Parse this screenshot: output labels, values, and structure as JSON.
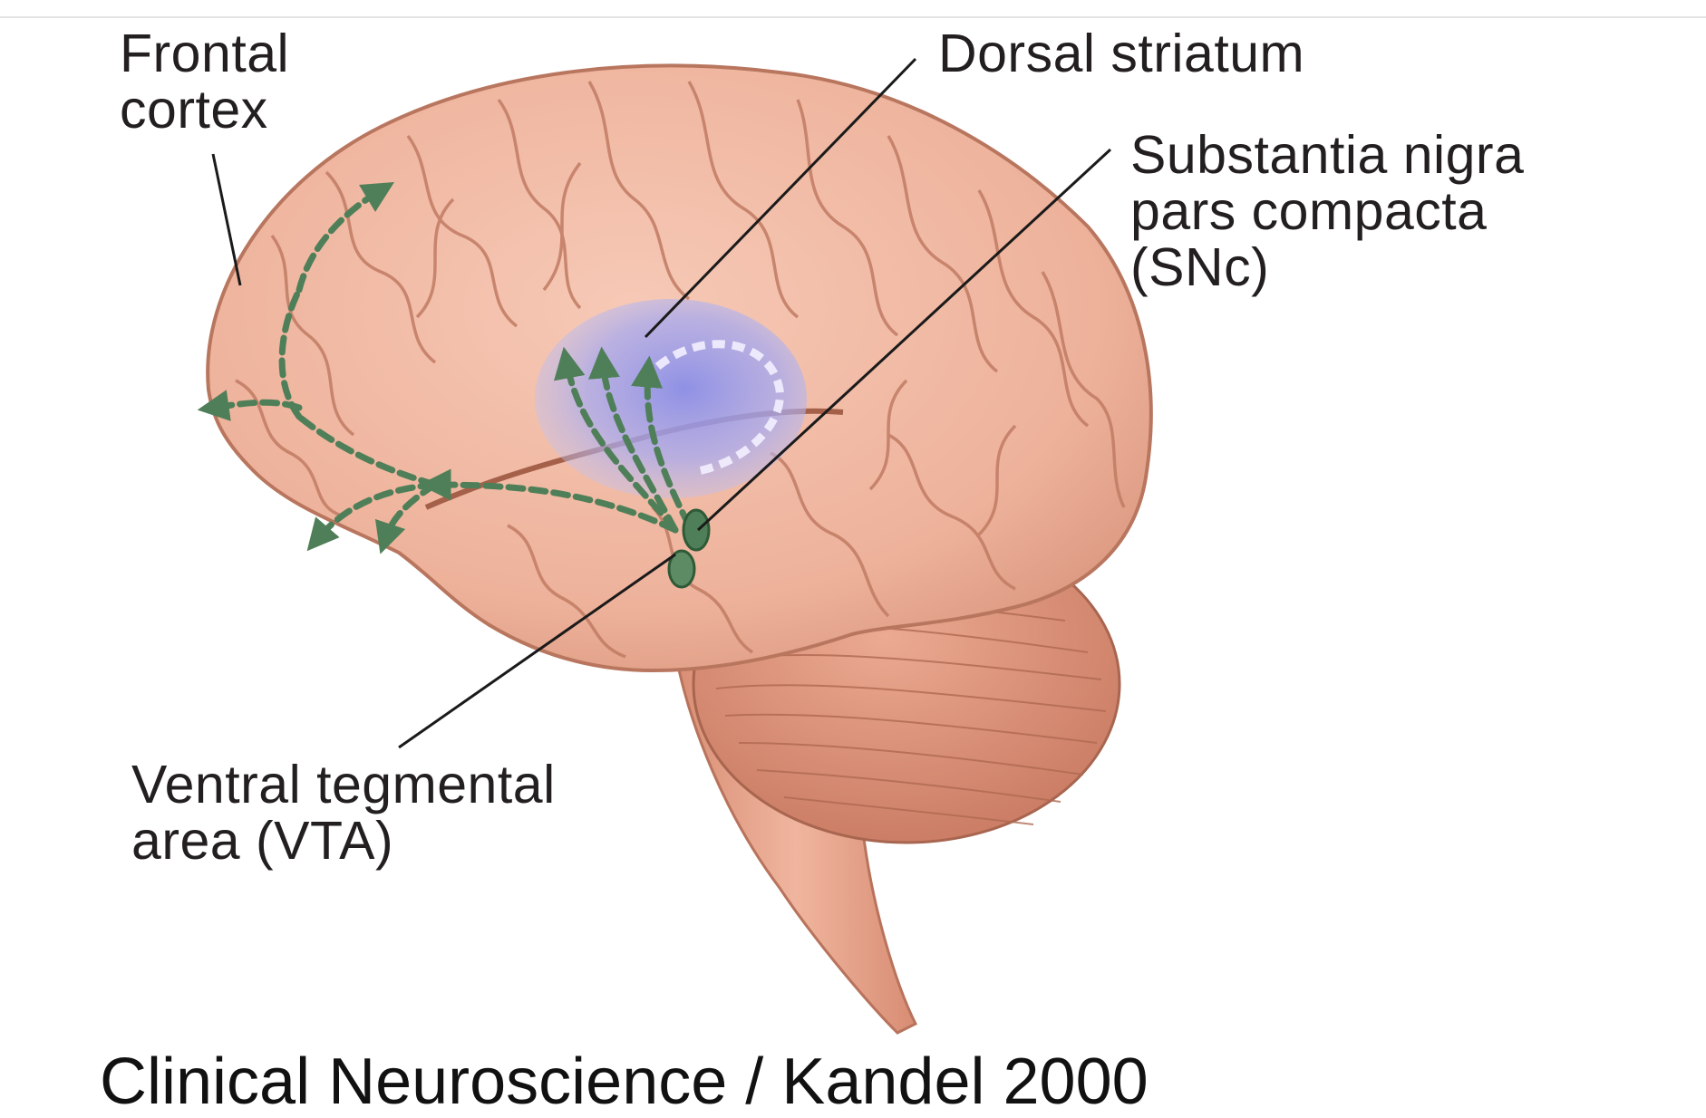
{
  "labels": {
    "frontal_cortex": [
      "Frontal",
      "cortex"
    ],
    "dorsal_striatum": [
      "Dorsal striatum"
    ],
    "snc": [
      "Substantia nigra",
      "pars compacta",
      "(SNc)"
    ],
    "vta": [
      "Ventral tegmental",
      "area (VTA)"
    ]
  },
  "caption_partial": "Clinical Neuroscience / Kandel 2000",
  "colors": {
    "cortex": "#f0b8a2",
    "cortex_shadow": "#c9826c",
    "cerebellum": "#e2977f",
    "brainstem": "#e8a58e",
    "striatum": "#8f93e6",
    "pathway": "#4f7f58",
    "leader_line": "#1a1a1a"
  },
  "icons": [
    "brain-illustration",
    "dopamine-pathway-arrows"
  ]
}
